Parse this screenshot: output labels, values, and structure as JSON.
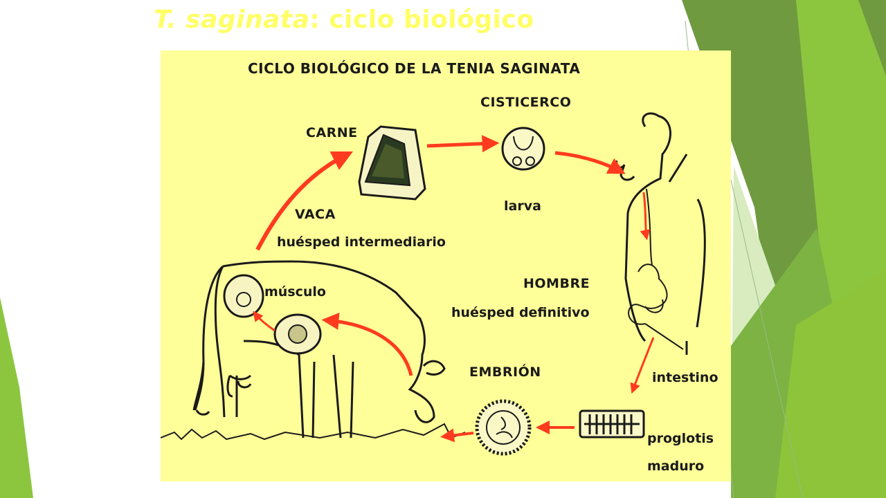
{
  "slide": {
    "title_italic": "T. saginata",
    "title_rest": ": ciclo biológico"
  },
  "diagram": {
    "heading": "CICLO BIOLÓGICO DE LA TENIA SAGINATA",
    "labels": {
      "cisticerco": "CISTICERCO",
      "carne": "CARNE",
      "larva": "larva",
      "vaca": "VACA",
      "vaca_role": "huésped intermediario",
      "musculo": "músculo",
      "hombre": "HOMBRE",
      "hombre_role": "huésped definitivo",
      "intestino": "intestino",
      "embrion": "EMBRIÓN",
      "proglotis": "proglotis",
      "maduro": "maduro"
    }
  },
  "colors": {
    "title": "#ffff66",
    "figure_bg": "#ffff99",
    "arrow": "#ff3b1f",
    "ink": "#1a1a1a",
    "green_dark": "#6a9a3a",
    "green_light": "#8cc63f"
  }
}
